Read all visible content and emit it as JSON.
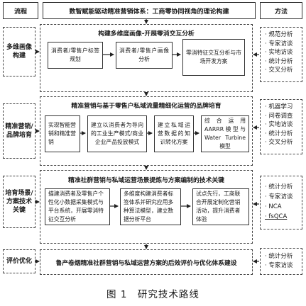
{
  "header": {
    "left": "流程",
    "center": "数智赋能驱动精准营销体系：工商零协同视角的理论构建",
    "right": "方法"
  },
  "stages": [
    {
      "label": "多维画像构建",
      "title": "构建多维度画像-开展零消交互分析",
      "boxes": [
        "消费者/零售户标签规划",
        "消费者/零售户画像分析",
        "零消特征交互分析与市场开发方案"
      ],
      "methods": [
        "· 规范分析",
        "· 专家访谈",
        "· 实地访谈",
        "· 统计分析",
        "· 交叉分析"
      ]
    },
    {
      "label": "精准营销/品牌培育",
      "title": "精准营销与基于零售户私域流量精细化运营的品牌培育",
      "boxes": [
        "实现智能营销和精准营销",
        "建立以消费者为导向的工业生产模式/商业企业产品投放模式",
        "建立私域运营数据的知识转化方案",
        "综合运用AARRR模型与Water Turbine模型"
      ],
      "methods": [
        "· 机器学习",
        "· 问卷调查",
        "· 实地访谈",
        "· 统计分析",
        "· 交叉分析"
      ]
    },
    {
      "label": "培育场景/方案技术关键",
      "title": "精准社群营销与私域运营场景提炼与方案编制的技术关键",
      "boxes": [
        "描建消费者及零售户个性化小数据采集模式与平台系统，开展零消特征交互分析",
        "多维度构建消费者标签体系并研究应用多种算法模型，建立数据分析平台",
        "试点先行，工商联合开展定制化营销活动，提升消费者体验"
      ],
      "methods": [
        "· 统计分析",
        "· 专家访谈",
        "· NCA",
        "· fsQCA"
      ]
    },
    {
      "label": "评价优化",
      "title": "鲁产卷烟精准社群营销与私域运营方案的后效评价与优化体系建设",
      "boxes": [],
      "methods": [
        "· 统计分析",
        "· 专家访谈"
      ]
    }
  ],
  "caption": "图 1　研究技术路线"
}
